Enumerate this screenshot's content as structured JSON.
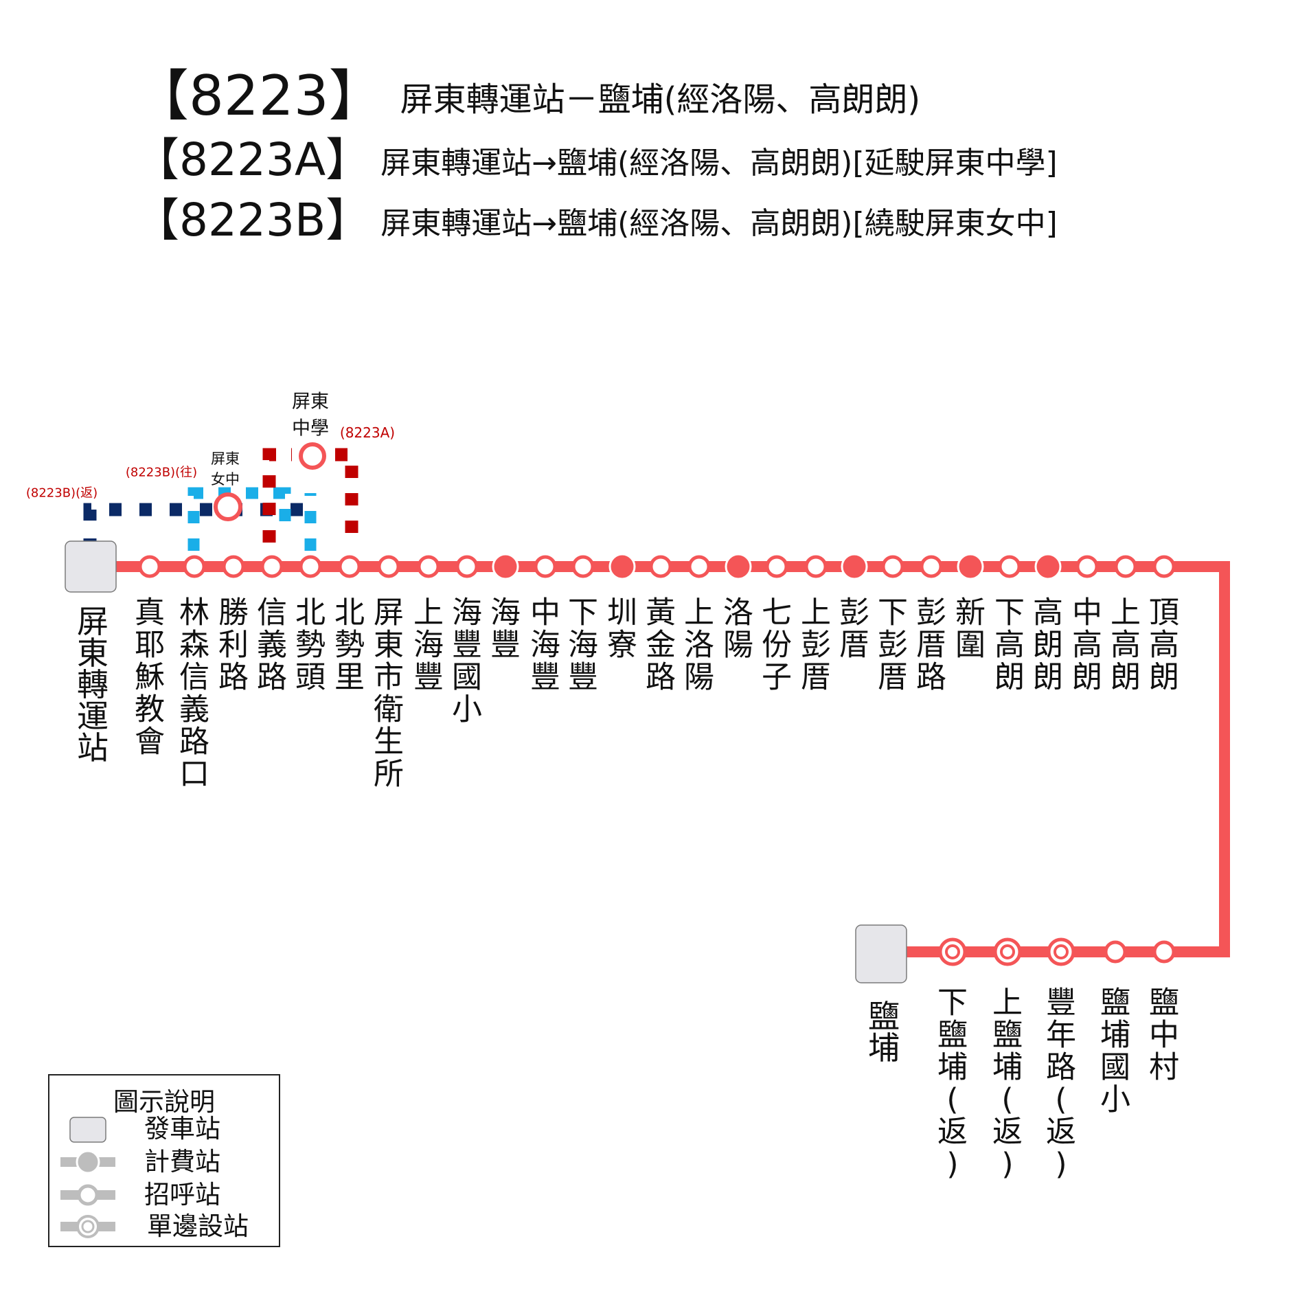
{
  "headers": [
    {
      "code": "【8223】",
      "desc": "屏東轉運站－鹽埔(經洛陽、高朗朗)"
    },
    {
      "code": "【8223A】",
      "desc": "屏東轉運站→鹽埔(經洛陽、高朗朗)[延駛屏東中學]"
    },
    {
      "code": "【8223B】",
      "desc": "屏東轉運站→鹽埔(經洛陽、高朗朗)[繞駛屏東女中]"
    }
  ],
  "colors": {
    "main_line": "#f45557",
    "route_a": "#c00000",
    "route_b_outbound": "#1aaee8",
    "route_b_return": "#0b2a66",
    "terminal_fill": "#e6e6ea",
    "legend_gray": "#bdbdbd"
  },
  "terminals": {
    "start": "屏東轉運站",
    "end": "鹽埔"
  },
  "top_stops": [
    {
      "name": "真耶穌教會",
      "type": "hail"
    },
    {
      "name": "林森信義路口",
      "type": "hail"
    },
    {
      "name": "勝利路",
      "type": "hail"
    },
    {
      "name": "信義路",
      "type": "hail"
    },
    {
      "name": "北勢頭",
      "type": "hail"
    },
    {
      "name": "北勢里",
      "type": "hail"
    },
    {
      "name": "屏東市衛生所",
      "type": "hail"
    },
    {
      "name": "上海豐",
      "type": "hail"
    },
    {
      "name": "海豐國小",
      "type": "hail"
    },
    {
      "name": "海豐",
      "type": "fare"
    },
    {
      "name": "中海豐",
      "type": "hail"
    },
    {
      "name": "下海豐",
      "type": "hail"
    },
    {
      "name": "圳寮",
      "type": "fare"
    },
    {
      "name": "黃金路",
      "type": "hail"
    },
    {
      "name": "上洛陽",
      "type": "hail"
    },
    {
      "name": "洛陽",
      "type": "fare"
    },
    {
      "name": "七份子",
      "type": "hail"
    },
    {
      "name": "上彭厝",
      "type": "hail"
    },
    {
      "name": "彭厝",
      "type": "fare"
    },
    {
      "name": "下彭厝",
      "type": "hail"
    },
    {
      "name": "彭厝路",
      "type": "hail"
    },
    {
      "name": "新圍",
      "type": "fare"
    },
    {
      "name": "下高朗",
      "type": "hail"
    },
    {
      "name": "高朗朗",
      "type": "fare"
    },
    {
      "name": "中高朗",
      "type": "hail"
    },
    {
      "name": "上高朗",
      "type": "hail"
    },
    {
      "name": "頂高朗",
      "type": "hail"
    }
  ],
  "bottom_stops": [
    {
      "name": "下鹽埔(返)",
      "type": "one-side"
    },
    {
      "name": "上鹽埔(返)",
      "type": "one-side"
    },
    {
      "name": "豐年路(返)",
      "type": "one-side"
    },
    {
      "name": "鹽埔國小",
      "type": "hail"
    },
    {
      "name": "鹽中村",
      "type": "hail"
    }
  ],
  "branch_stops": {
    "pingtung_girls": "屏東女中",
    "pingtung_high": "屏東中學"
  },
  "branch_labels": {
    "b_return": "(8223B)(返)",
    "b_outbound": "(8223B)(往)",
    "a": "(8223A)"
  },
  "legend": {
    "title": "圖示說明",
    "items": [
      "發車站",
      "計費站",
      "招呼站",
      "單邊設站"
    ]
  }
}
